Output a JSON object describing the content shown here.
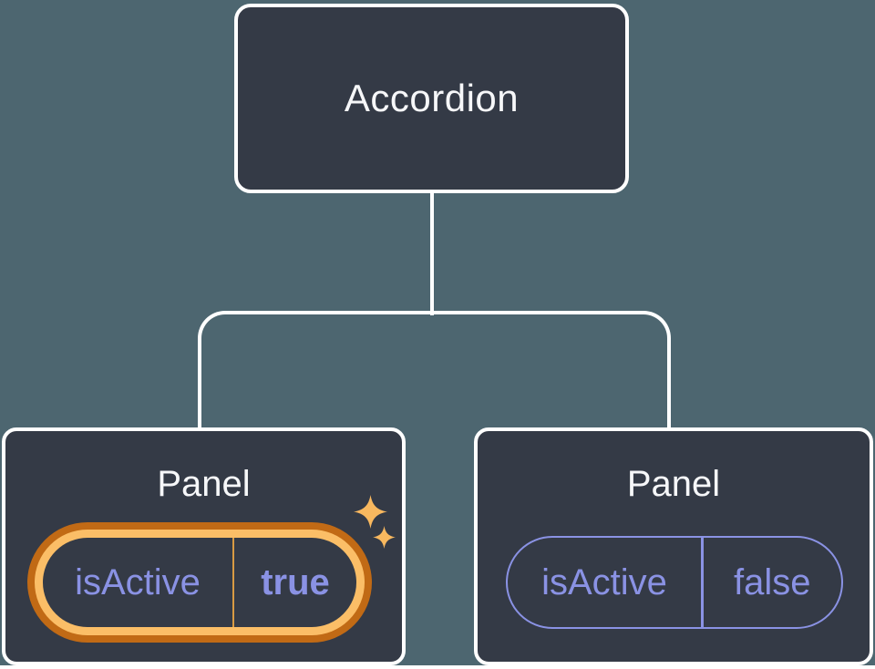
{
  "tree": {
    "root": {
      "label": "Accordion"
    },
    "panels": [
      {
        "title": "Panel",
        "prop_name": "isActive",
        "prop_value": "true",
        "state": "active"
      },
      {
        "title": "Panel",
        "prop_name": "isActive",
        "prop_value": "false",
        "state": "inactive"
      }
    ]
  },
  "icons": {
    "sparkle_large": "sparkle-icon",
    "sparkle_small": "sparkle-icon"
  },
  "colors": {
    "canvas_background": "#4D6670",
    "card_fill": "#343A46",
    "card_border": "#FFFFFF",
    "connector": "#FFFFFF",
    "title_text": "#F6F7F9",
    "prop_text": "#8A92E4",
    "inactive_pill_border": "#8A92E4",
    "active_ring_outer": "#C16A15",
    "active_ring_inner": "#FBBE67",
    "active_divider": "#D89A43",
    "sparkle": "#F8B85F",
    "footer_strip": "#FFFFFF"
  }
}
